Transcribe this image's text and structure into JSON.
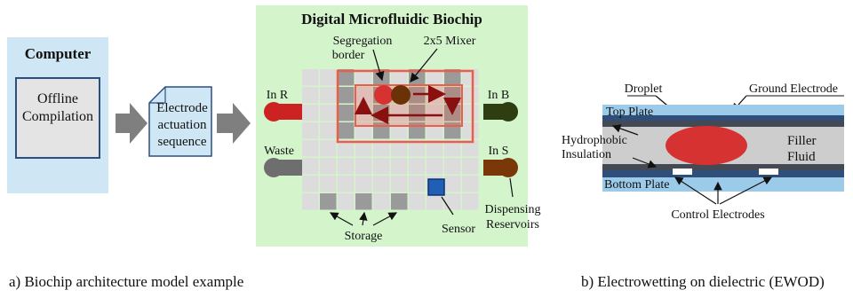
{
  "architecture": {
    "computer": {
      "title": "Computer",
      "box_lines": [
        "Offline",
        "Compilation"
      ]
    },
    "document": {
      "lines": [
        "Electrode",
        "actuation",
        "sequence"
      ]
    },
    "biochip": {
      "title": "Digital Microfluidic Biochip",
      "segregation_label_lines": [
        "Segregation",
        "border"
      ],
      "mixer_label": "2x5 Mixer",
      "in_r": "In R",
      "waste": "Waste",
      "in_b": "In B",
      "in_s": "In S",
      "storage": "Storage",
      "sensor": "Sensor",
      "dispensing_lines": [
        "Dispensing",
        "Reservoirs"
      ]
    },
    "caption": "a) Biochip architecture model example"
  },
  "ewod": {
    "droplet": "Droplet",
    "ground_electrode": "Ground Electrode",
    "top_plate": "Top Plate",
    "hydrophobic_lines": [
      "Hydrophobic",
      "Insulation"
    ],
    "filler_lines": [
      "Filler",
      "Fluid"
    ],
    "bottom_plate": "Bottom Plate",
    "control_electrodes": "Control Electrodes",
    "caption": "b) Electrowetting on dielectric (EWOD)"
  },
  "colors": {
    "computer_bg": "#cfe6f4",
    "biochip_bg": "#d4f5cc",
    "grid_cell": "#dcdcdc",
    "grid_dark": "#9a9a9a",
    "segregation": "#e8604a",
    "droplet_red": "#d63232",
    "droplet_brown": "#6b3208",
    "arrow_red": "#8a0f0f",
    "reservoir_r": "#cc2222",
    "reservoir_b": "#2e3e10",
    "reservoir_s": "#7a3808",
    "waste": "#6e6e6e",
    "sensor": "#1f5fb5",
    "plate_blue": "#9ccbe9",
    "electrode_dark": "#2f4f7a"
  }
}
